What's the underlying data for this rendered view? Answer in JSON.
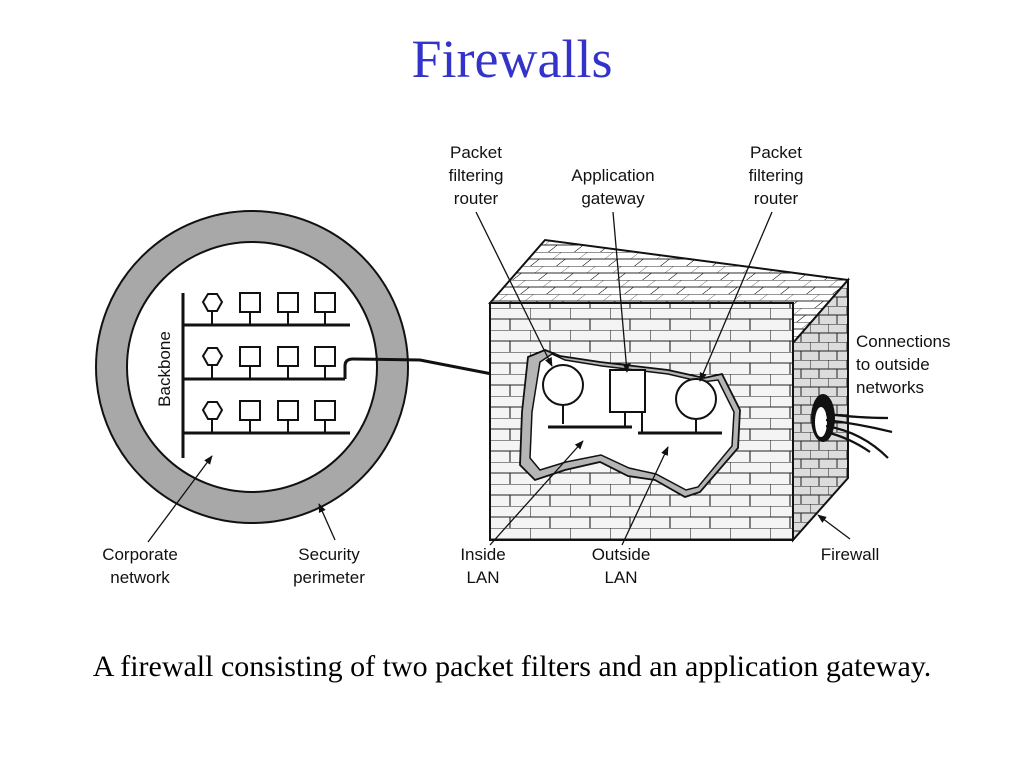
{
  "title": "Firewalls",
  "caption": "A firewall consisting of two packet filters and an application gateway.",
  "labels": {
    "packet_filter_left": [
      "Packet",
      "filtering",
      "router"
    ],
    "app_gateway": [
      "Application",
      "gateway"
    ],
    "packet_filter_right": [
      "Packet",
      "filtering",
      "router"
    ],
    "connections": [
      "Connections",
      "to outside",
      "networks"
    ],
    "backbone": "Backbone",
    "corporate_network": [
      "Corporate",
      "network"
    ],
    "security_perimeter": [
      "Security",
      "perimeter"
    ],
    "inside_lan": [
      "Inside",
      "LAN"
    ],
    "outside_lan": [
      "Outside",
      "LAN"
    ],
    "firewall": "Firewall"
  },
  "colors": {
    "title": "#3333cc",
    "perimeter_ring": "#a8a8a8",
    "brick_wall": "#f4f4f4",
    "hole_edge": "#b5b5b5"
  }
}
